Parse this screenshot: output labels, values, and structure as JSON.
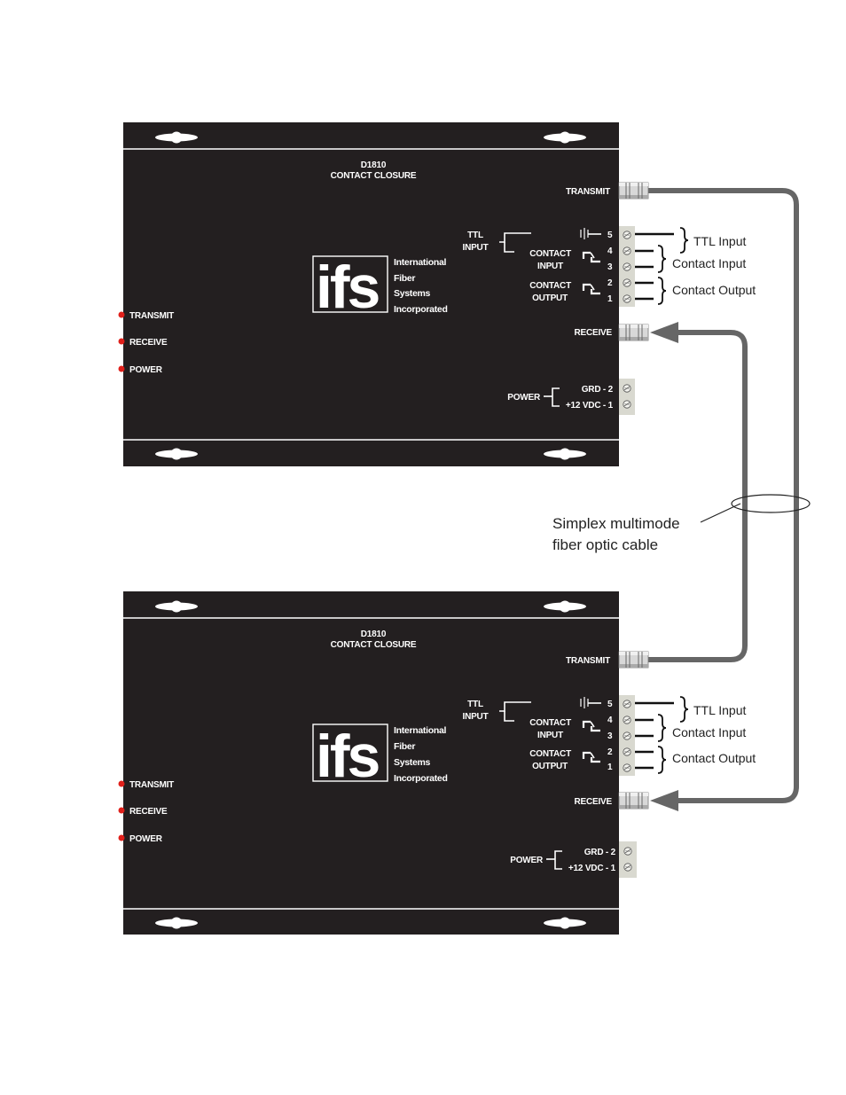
{
  "unit_top": {
    "model": "D1810",
    "title": "CONTACT CLOSURE",
    "transmit_port": "TRANSMIT",
    "receive_port": "RECEIVE",
    "ttl_label_1": "TTL",
    "ttl_label_2": "INPUT",
    "contact_input_1": "CONTACT",
    "contact_input_2": "INPUT",
    "contact_output_1": "CONTACT",
    "contact_output_2": "OUTPUT",
    "pins": [
      "5",
      "4",
      "3",
      "2",
      "1"
    ],
    "power_label": "POWER",
    "grd": "GRD - 2",
    "vdc": "+12 VDC - 1",
    "led_transmit": "TRANSMIT",
    "led_receive": "RECEIVE",
    "led_power": "POWER",
    "logo": "ifs",
    "logo_line1": "International",
    "logo_line2": "Fiber",
    "logo_line3": "Systems",
    "logo_line4": "Incorporated"
  },
  "unit_bottom": {
    "model": "D1810",
    "title": "CONTACT CLOSURE",
    "transmit_port": "TRANSMIT",
    "receive_port": "RECEIVE",
    "ttl_label_1": "TTL",
    "ttl_label_2": "INPUT",
    "contact_input_1": "CONTACT",
    "contact_input_2": "INPUT",
    "contact_output_1": "CONTACT",
    "contact_output_2": "OUTPUT",
    "pins": [
      "5",
      "4",
      "3",
      "2",
      "1"
    ],
    "power_label": "POWER",
    "grd": "GRD - 2",
    "vdc": "+12 VDC - 1",
    "led_transmit": "TRANSMIT",
    "led_receive": "RECEIVE",
    "led_power": "POWER",
    "logo": "ifs",
    "logo_line1": "International",
    "logo_line2": "Fiber",
    "logo_line3": "Systems",
    "logo_line4": "Incorporated"
  },
  "callouts": {
    "ttl_input": "TTL Input",
    "contact_input": "Contact Input",
    "contact_output": "Contact Output"
  },
  "cable_label_1": "Simplex multimode",
  "cable_label_2": "fiber optic cable",
  "colors": {
    "panel": "#231f20",
    "cable": "#666666",
    "led": "#e0201b",
    "terminal": "#d9d9d0"
  }
}
